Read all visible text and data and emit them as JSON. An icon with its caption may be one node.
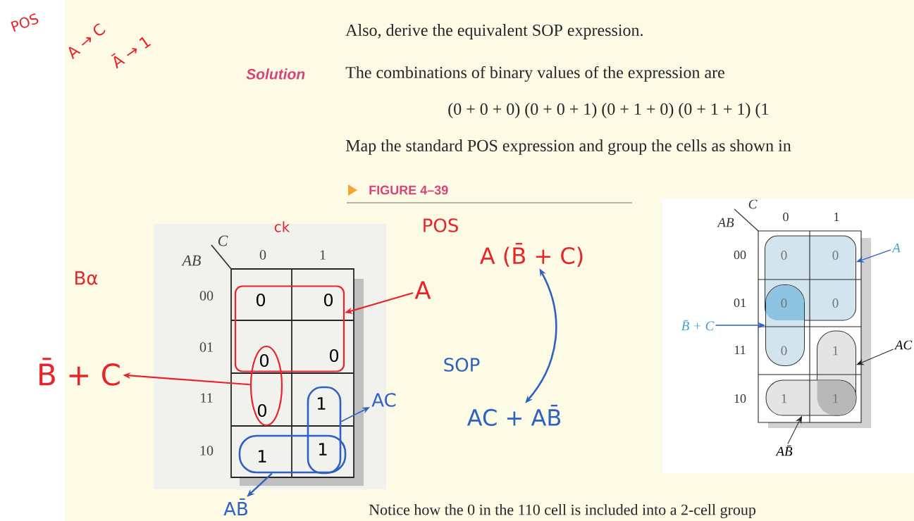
{
  "diagram": {
    "nodes": [
      {
        "text": [],
        "shape": "box"
      },
      {
        "text": [],
        "shape": "oval"
      },
      {
        "text": [],
        "shape": "box"
      },
      {
        "text": [],
        "shape": "box"
      },
      {
        "text": [
          "A"
        ]
      },
      {
        "text": [
          "B̄ + C"
        ]
      },
      {
        "text": [
          "AC"
        ]
      },
      {
        "text": [
          "AB̄"
        ]
      },
      {
        "text": [
          "A (B̄ + C)"
        ]
      },
      {
        "text": [
          "AC + AB̄"
        ]
      },
      {
        "text": [],
        "shape": "box"
      },
      {
        "text": [],
        "shape": "box"
      },
      {
        "text": [],
        "shape": "box"
      },
      {
        "text": [],
        "shape": "box"
      },
      {
        "text": [
          "A"
        ]
      },
      {
        "text": [
          "B̄ + C"
        ]
      },
      {
        "text": [
          "AC"
        ]
      },
      {
        "text": [
          "AB̄"
        ]
      }
    ],
    "edges": [
      {
        "from": 4,
        "to": 0,
        "arrow": "to",
        "color": "#e8242b"
      },
      {
        "from": 1,
        "to": 5,
        "arrow": "to",
        "color": "#e8242b"
      },
      {
        "from": 2,
        "to": 6,
        "arrow": "to"
      },
      {
        "from": 3,
        "to": 7,
        "arrow": "to"
      },
      {
        "from": 8,
        "to": 9,
        "arrow": "both"
      },
      {
        "from": 14,
        "to": 10,
        "arrow": "to"
      },
      {
        "from": 15,
        "to": 11,
        "arrow": "to"
      },
      {
        "from": 16,
        "to": 12,
        "arrow": "to",
        "color": "#222222"
      },
      {
        "from": 17,
        "to": 13,
        "arrow": "to",
        "color": "#222222"
      }
    ],
    "labels": [
      "POS",
      "A → C",
      "Ā → 1",
      "Also, derive the equivalent SOP expression.",
      "Solution",
      "The combinations of binary values of the expression are",
      "(0 + 0 + 0) (0 + 0 + 1) (0 + 1 + 0) (0 + 1 + 1) (1",
      "Map the standard POS expression and group the cells as shown in",
      "FIGURE 4–39",
      "ck",
      "POS",
      "C",
      "AB",
      "0",
      "1",
      "Bα",
      "00",
      "01",
      "SOP",
      "11",
      "10",
      "0",
      "0",
      "0",
      "0",
      "0",
      "1",
      "1",
      "1",
      "C",
      "AB",
      "0",
      "1",
      "00",
      "01",
      "11",
      "10",
      "0",
      "0",
      "0",
      "0",
      "0",
      "1",
      "1",
      "1",
      "Notice how the 0 in the 110 cell is included into a 2-cell group"
    ]
  }
}
